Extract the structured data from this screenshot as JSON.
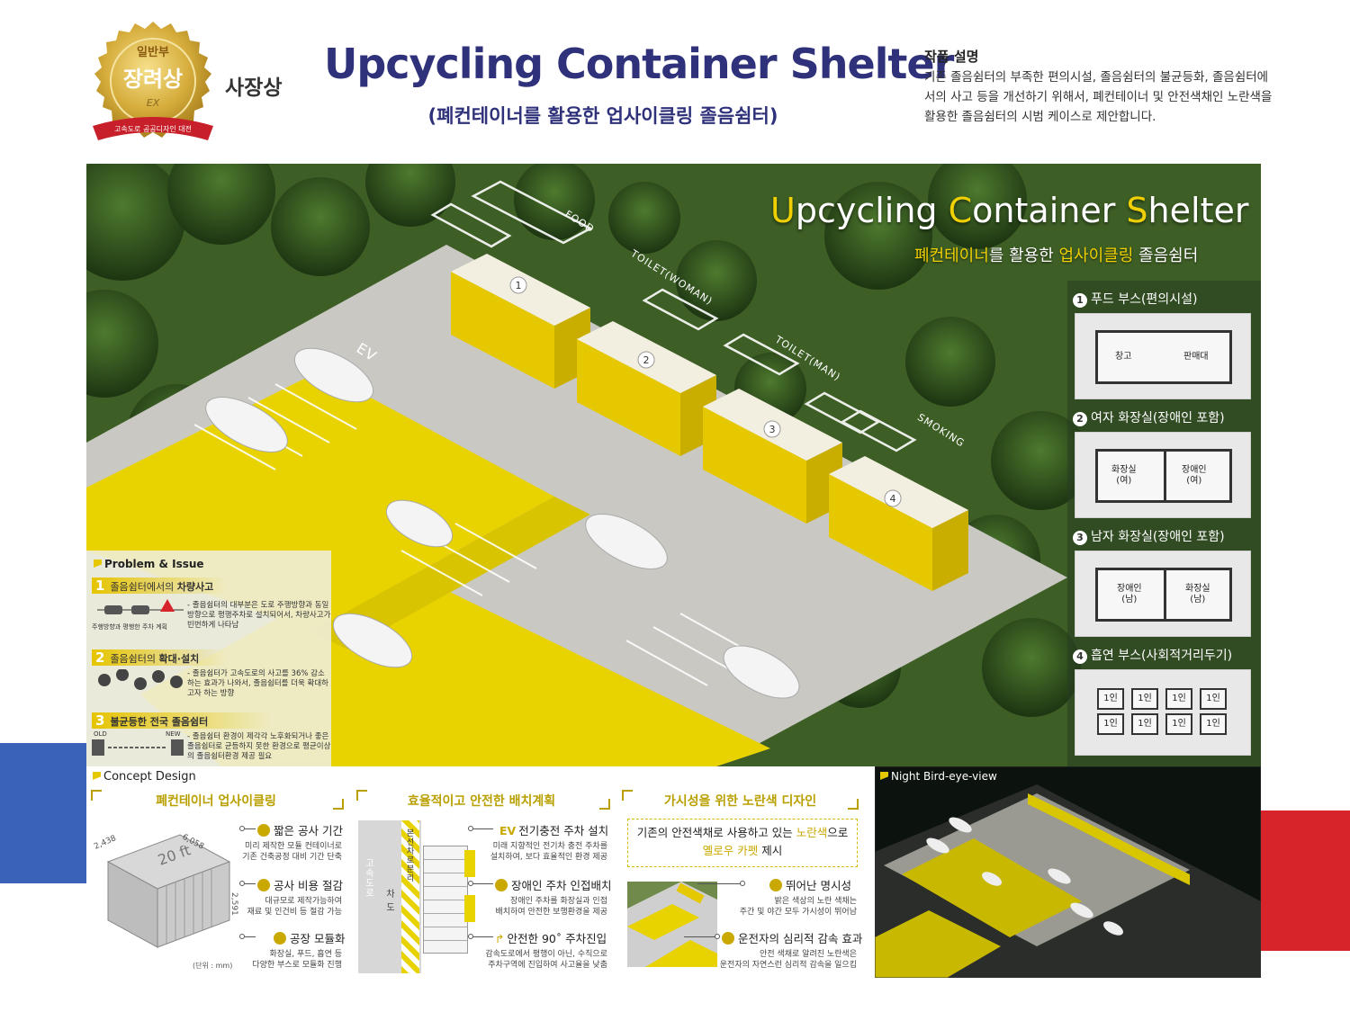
{
  "header": {
    "seal": {
      "top": "일반부",
      "main": "장려상",
      "logo": "EX",
      "ribbon": "고속도로 공공디자인 대전"
    },
    "award": "사장상",
    "title": "Upcycling Container Shelter",
    "subtitle": "(폐컨테이너를 활용한 업사이클링 졸음쉼터)",
    "description_title": "작품 설명",
    "description": "기존 졸음쉼터의 부족한 편의시설, 졸음쉼터의 불균등화, 졸음쉼터에서의 사고 등을 개선하기 위해서, 폐컨테이너 및 안전색채인 노란색을 활용한 졸음쉼터의 시범 케이스로 제안합니다."
  },
  "panel": {
    "title_parts": [
      "U",
      "pcycling ",
      "C",
      "ontainer ",
      "S",
      "helter"
    ],
    "subtitle_parts": [
      "폐컨테이너",
      "를 활용한 ",
      "업사이클링",
      " 졸음쉼터"
    ],
    "ground_labels": [
      "FOOD",
      "TOILET(WOMAN)",
      "TOILET(MAN)",
      "SMOKING",
      "EV"
    ],
    "markers": [
      "1",
      "2",
      "3",
      "4"
    ],
    "legend": [
      {
        "num": "1",
        "label": "푸드 부스(편의시설)",
        "rooms": [
          "창고",
          "판매대"
        ]
      },
      {
        "num": "2",
        "label": "여자 화장실(장애인 포함)",
        "rooms": [
          "화장실\n(여)",
          "장애인\n(여)"
        ]
      },
      {
        "num": "3",
        "label": "남자 화장실(장애인 포함)",
        "rooms": [
          "장애인\n(남)",
          "화장실\n(남)"
        ]
      },
      {
        "num": "4",
        "label": "흡연 부스(사회적거리두기)",
        "cells": [
          "1인",
          "1인",
          "1인",
          "1인",
          "1인",
          "1인",
          "1인",
          "1인"
        ]
      }
    ]
  },
  "problem": {
    "title": "Problem & Issue",
    "items": [
      {
        "num": "1",
        "label_pre": "졸음쉼터에서의 ",
        "label_bold": "차량사고",
        "caption": "주행방향과 평행한 주차 계획",
        "text": "- 졸음쉼터의 대부분은 도로 주행방향과 동일 방향으로 평행주차로 설치되어서, 차량사고가 빈번하게 나타남"
      },
      {
        "num": "2",
        "label_pre": "졸음쉼터의 ",
        "label_bold": "확대·설치",
        "text": "- 졸음쉼터가 고속도로의 사고를 36% 감소하는 효과가 나와서, 졸음쉼터를 더욱 확대하고자 하는 방향"
      },
      {
        "num": "3",
        "label_pre": "",
        "label_bold": "불균등한 전국 졸음쉼터",
        "old": "OLD",
        "new": "NEW",
        "text": "- 졸음쉼터 환경이 제각각 노후화되거나 좋은 졸음쉼터로 균등하지 못한 환경으로 평균이상의 졸음쉼터환경 제공 필요"
      }
    ]
  },
  "concept": {
    "title": "Concept Design",
    "col1": {
      "title": "폐컨테이너 업사이클링",
      "dims": {
        "w": "2,438",
        "l": "6,058",
        "h": "2,591",
        "label": "20 ft"
      },
      "unit": "(단위 : mm)",
      "features": [
        {
          "title": "짧은 공사 기간",
          "desc": "미리 제작한 모듈 컨테이너로\n기존 건축공정 대비 기간 단축"
        },
        {
          "title": "공사 비용 절감",
          "desc": "대규모로 제작가능하여\n재료 및 인건비 등 절감 가능"
        },
        {
          "title": "공장 모듈화",
          "desc": "화장실, 푸드, 흡연 등\n다양한 부스로 모듈화 진행"
        }
      ]
    },
    "col2": {
      "title": "효율적이고 안전한 배치계획",
      "road_labels": [
        "고속도로",
        "차도",
        "본선차로분리"
      ],
      "features": [
        {
          "title": "전기충전 주차 설치",
          "prefix": "EV",
          "desc": "미래 지향적인 전기차 충전 주차를\n설치하여, 보다 효율적인 환경 제공"
        },
        {
          "title": "장애인 주차 인접배치",
          "desc": "장애인 주차를 화장실과 인접\n배치하여 안전한 보행환경을 제공"
        },
        {
          "title": "안전한 90˚ 주차진입",
          "desc": "감속도로에서 평행이 아닌, 수직으로\n주차구역에 진입하여 사고율을 낮춤"
        }
      ]
    },
    "col3": {
      "title": "가시성을 위한 노란색 디자인",
      "box_line1_pre": "기존의 안전색채로 사용하고 있는 ",
      "box_line1_y": "노란색",
      "box_line1_post": "으로",
      "box_line2_y": "옐로우 카펫",
      "box_line2_post": " 제시",
      "features": [
        {
          "title": "뛰어난 명시성",
          "desc": "밝은 색상의 노란 색채는\n주간 및 야간 모두 가시성이 뛰어남"
        },
        {
          "title": "운전자의 심리적 감속 효과",
          "desc": "안전 색채로 알려진 노란색은\n운전자의 자연스런 심리적 감속을 일으킴"
        }
      ]
    },
    "night": {
      "title": "Night Bird-eye-view"
    }
  },
  "colors": {
    "navy": "#2f327a",
    "yellow": "#e6c400",
    "gold": "#c9a800",
    "blue": "#3a63b8",
    "red": "#d7232a"
  }
}
